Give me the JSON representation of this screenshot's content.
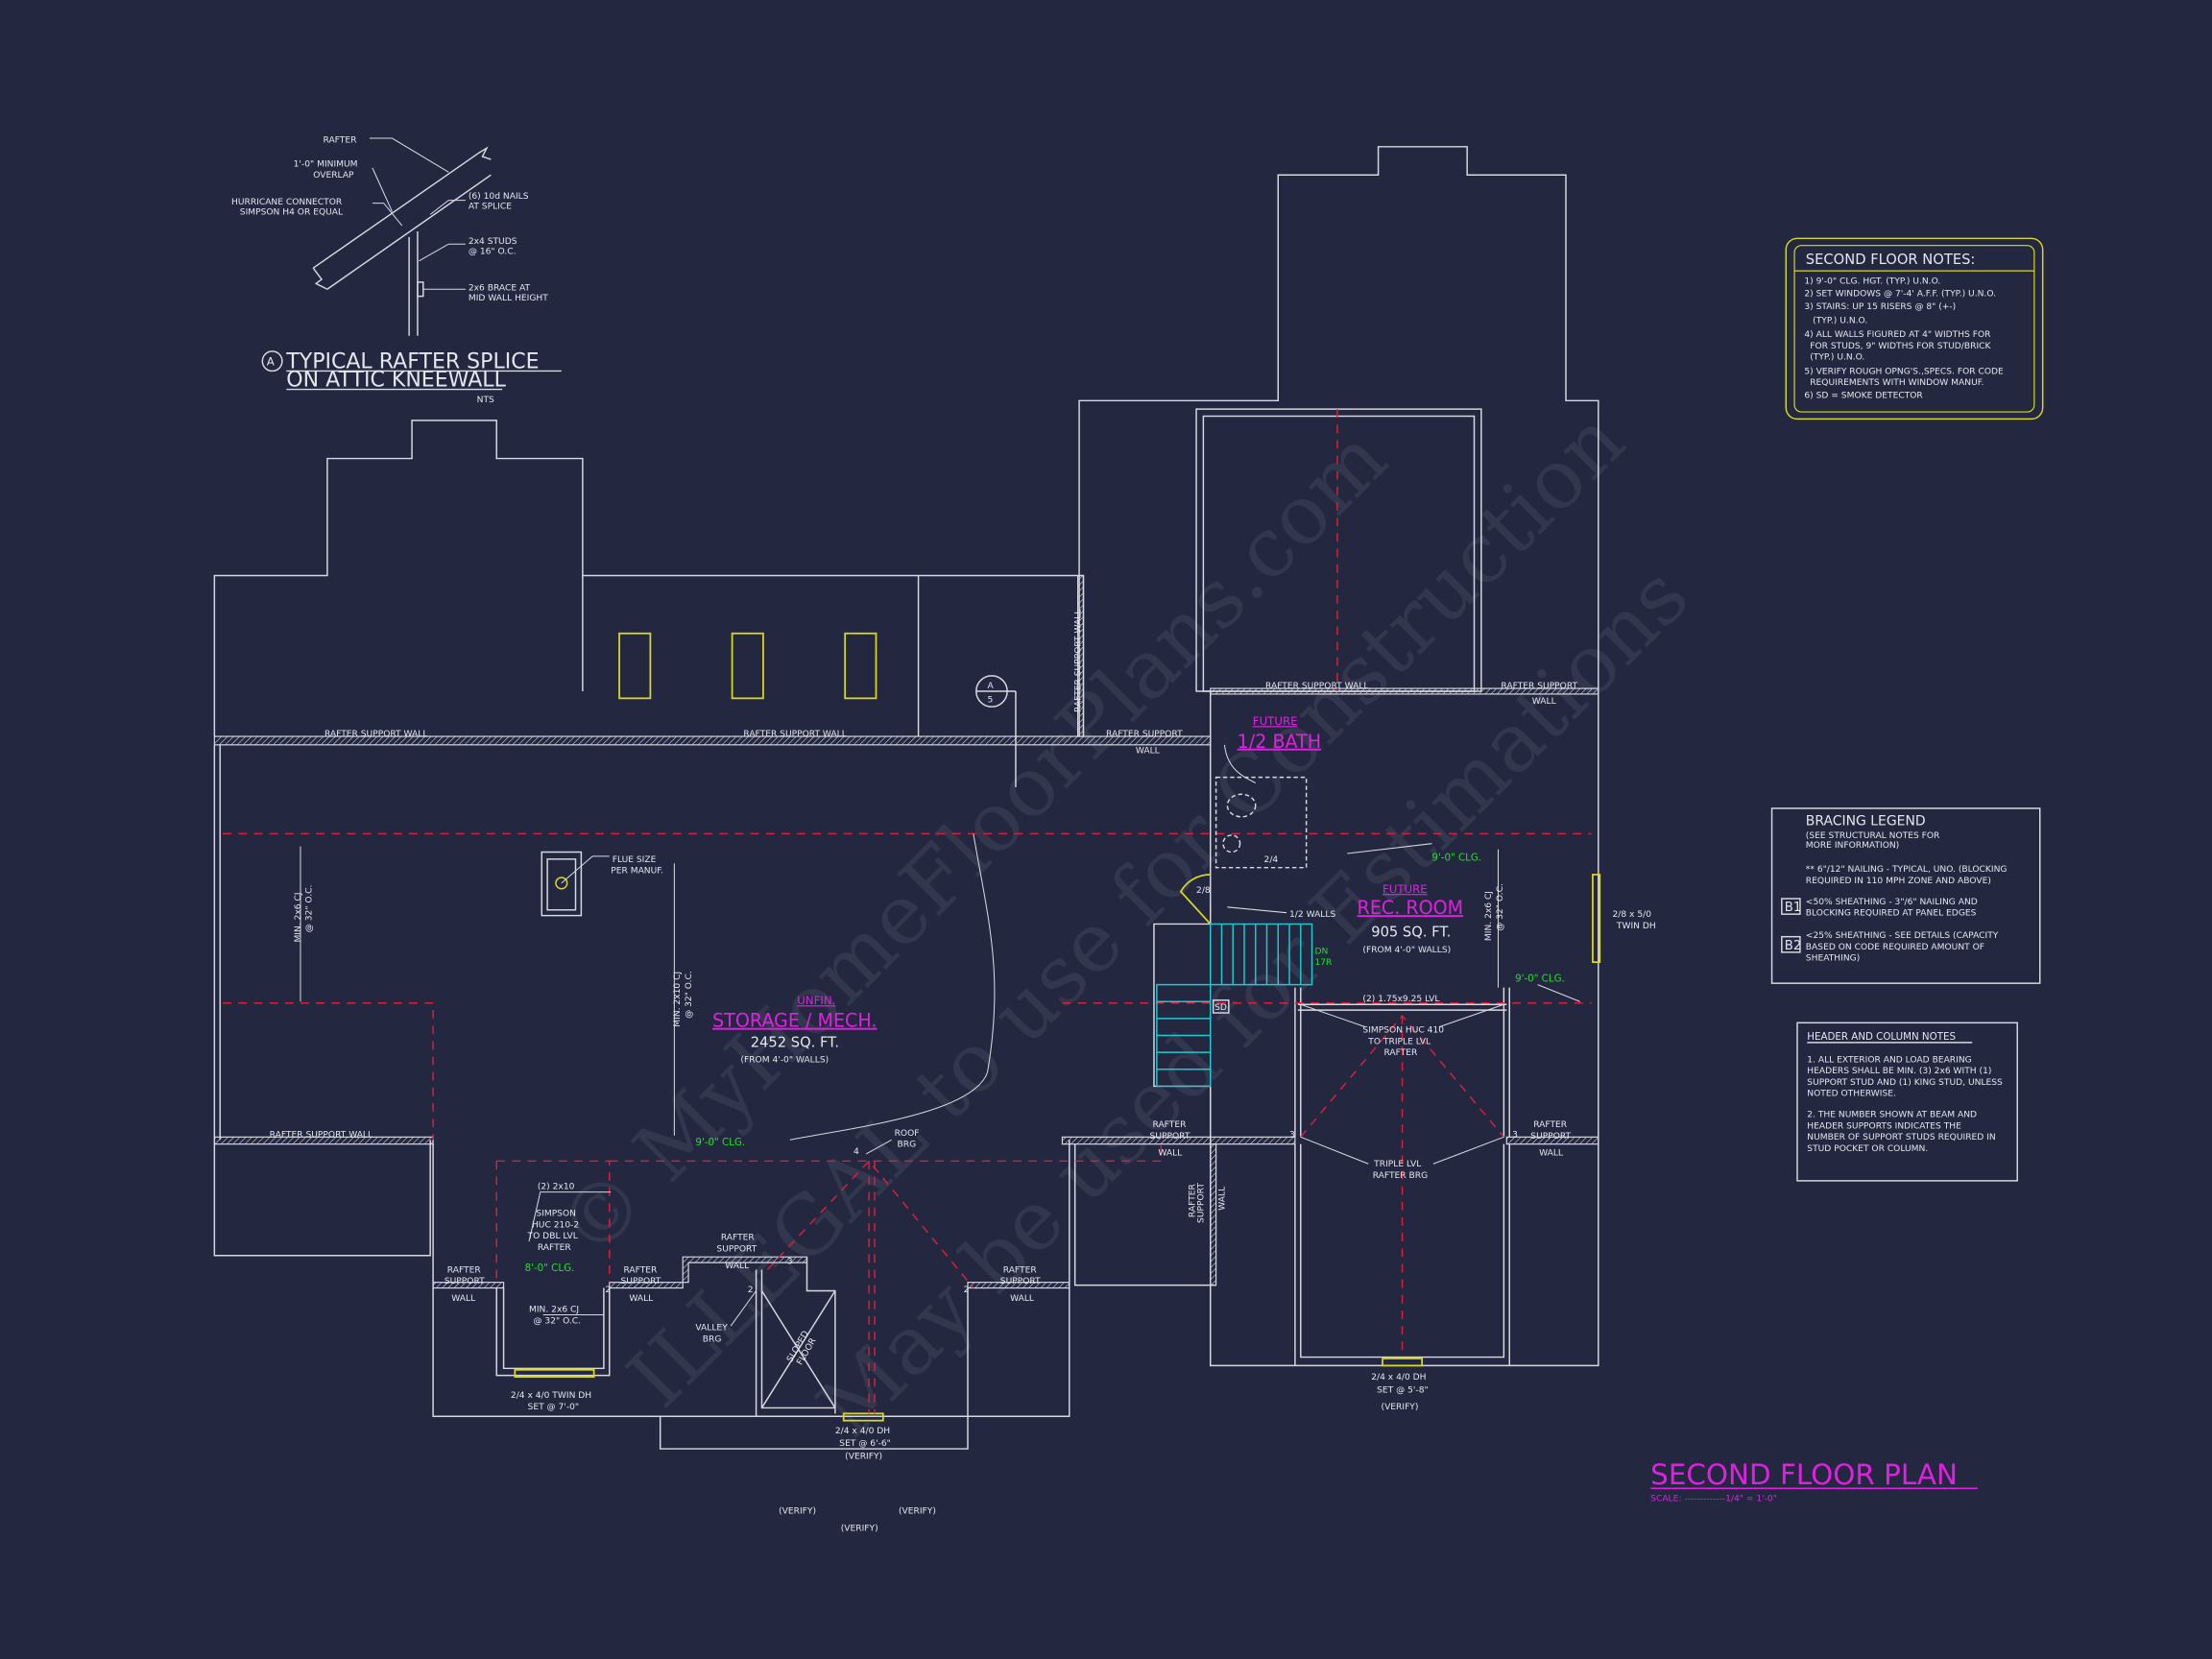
{
  "colors": {
    "background": "#232840",
    "walls": "#d8d8e0",
    "ridge_lines": "#d8203a",
    "room_labels": "#e020e0",
    "ceiling_labels": "#22e022",
    "windows": "#d8d820",
    "stairs": "#20c8d0"
  },
  "watermark": {
    "line1": "© MyHomeFloorPlans.com",
    "line2": "ILLEGAL to use for Construction",
    "line3": "May be used for Estimations"
  },
  "detail": {
    "rafter": "RAFTER",
    "overlap_1": "1'-0\" MINIMUM",
    "overlap_2": "OVERLAP",
    "connector_1": "HURRICANE CONNECTOR",
    "connector_2": "SIMPSON H4 OR EQUAL",
    "nails_1": "(6) 10d NAILS",
    "nails_2": "AT SPLICE",
    "studs_1": "2x4 STUDS",
    "studs_2": "@ 16\" O.C.",
    "brace_1": "2x6 BRACE AT",
    "brace_2": "MID WALL HEIGHT",
    "tag": "A",
    "title_1": "TYPICAL RAFTER SPLICE",
    "title_2": "ON ATTIC KNEEWALL",
    "scale": "NTS"
  },
  "notes": {
    "title": "SECOND FLOOR NOTES:",
    "lines": [
      "1) 9'-0\" CLG. HGT. (TYP.) U.N.O.",
      "2) SET WINDOWS @ 7'-4' A.F.F. (TYP.) U.N.O.",
      "3) STAIRS: UP 15 RISERS @ 8\" (+-)",
      "(TYP.) U.N.O.",
      "4) ALL WALLS FIGURED AT 4\" WIDTHS FOR",
      "FOR STUDS, 9\" WIDTHS FOR STUD/BRICK",
      "(TYP.) U.N.O.",
      "5) VERIFY ROUGH OPNG'S.,SPECS. FOR CODE",
      "REQUIREMENTS WITH WINDOW MANUF.",
      "6) SD = SMOKE DETECTOR"
    ]
  },
  "bracing": {
    "title": "BRACING LEGEND",
    "sub": [
      "(SEE STRUCTURAL NOTES FOR",
      "MORE INFORMATION)"
    ],
    "typ": [
      "** 6\"/12\" NAILING - TYPICAL, UNO. (BLOCKING",
      "REQUIRED IN 110 MPH ZONE AND ABOVE)"
    ],
    "b1_tag": "B1",
    "b1": [
      "<50% SHEATHING - 3\"/6\" NAILING AND",
      "BLOCKING REQUIRED AT PANEL EDGES"
    ],
    "b2_tag": "B2",
    "b2": [
      "<25% SHEATHING - SEE DETAILS (CAPACITY",
      "BASED ON CODE REQUIRED AMOUNT OF",
      "SHEATHING)"
    ]
  },
  "header_notes": {
    "title": "HEADER AND COLUMN NOTES",
    "n1": [
      "1. ALL EXTERIOR AND LOAD BEARING",
      "HEADERS SHALL BE MIN. (3) 2x6 WITH (1)",
      "SUPPORT STUD AND (1) KING STUD, UNLESS",
      "NOTED OTHERWISE."
    ],
    "n2": [
      "2. THE NUMBER SHOWN AT BEAM AND",
      "HEADER SUPPORTS INDICATES THE",
      "NUMBER OF SUPPORT STUDS REQUIRED IN",
      "STUD POCKET OR COLUMN."
    ]
  },
  "plan": {
    "title": "SECOND FLOOR PLAN",
    "scale": "SCALE: -------------1/4\" = 1'-0\"",
    "rsw": "RAFTER SUPPORT WALL",
    "rafter": "RAFTER",
    "support": "SUPPORT",
    "wall": "WALL",
    "rafter_support": "RAFTER SUPPORT",
    "section_tag_top": "A",
    "section_tag_bottom": "5",
    "storage": {
      "pre": "UNFIN.",
      "name": "STORAGE / MECH.",
      "area": "2452 SQ. FT.",
      "note": "(FROM 4'-0\" WALLS)"
    },
    "bath": {
      "pre": "FUTURE",
      "name": "1/2 BATH"
    },
    "rec": {
      "pre": "FUTURE",
      "name": "REC. ROOM",
      "area": "905 SQ. FT.",
      "note": "(FROM 4'-0\" WALLS)"
    },
    "clg9": "9'-0\" CLG.",
    "clg8": "8'-0\" CLG.",
    "flue": [
      "FLUE SIZE",
      "PER MANUF."
    ],
    "cj_left": [
      "MIN. 2x6 CJ",
      "@ 32\" O.C."
    ],
    "cj_mid": [
      "MIN. 2x10 CJ",
      "@ 32\" O.C."
    ],
    "cj_right": [
      "MIN. 2x6 CJ",
      "@ 32\" O.C."
    ],
    "cj_bottom": [
      "MIN. 2x6 CJ",
      "@ 32\" O.C."
    ],
    "door_28": "2/8",
    "door_24": "2/4",
    "half_walls": "1/2 WALLS",
    "dn": "DN",
    "risers": "17R",
    "sd": "SD",
    "lvl": "(2) 1.75x9.25 LVL",
    "huc410": [
      "SIMPSON HUC 410",
      "TO TRIPLE LVL",
      "RAFTER"
    ],
    "triple": [
      "TRIPLE LVL",
      "RAFTER BRG"
    ],
    "win_right": [
      "2/8 x 5/0",
      "TWIN DH"
    ],
    "win_rec": [
      "2/4 x 4/0 DH",
      "SET @ 5'-8\"",
      "(VERIFY)"
    ],
    "win_mid": [
      "2/4 x 4/0 DH",
      "SET @ 6'-6\"",
      "(VERIFY)"
    ],
    "win_left": [
      "2/4 x 4/0 TWIN DH",
      "SET @ 7'-0\""
    ],
    "beam_2x10": "(2) 2x10",
    "huc210": [
      "SIMPSON",
      "HUC 210-2",
      "TO DBL LVL",
      "RAFTER"
    ],
    "roof_brg": [
      "ROOF",
      "BRG"
    ],
    "valley": [
      "VALLEY",
      "BRG"
    ],
    "sloped": [
      "SLOPED",
      "FLOOR"
    ],
    "verify": "(VERIFY)",
    "studs": {
      "two": "2",
      "three": "3",
      "four": "4"
    }
  }
}
